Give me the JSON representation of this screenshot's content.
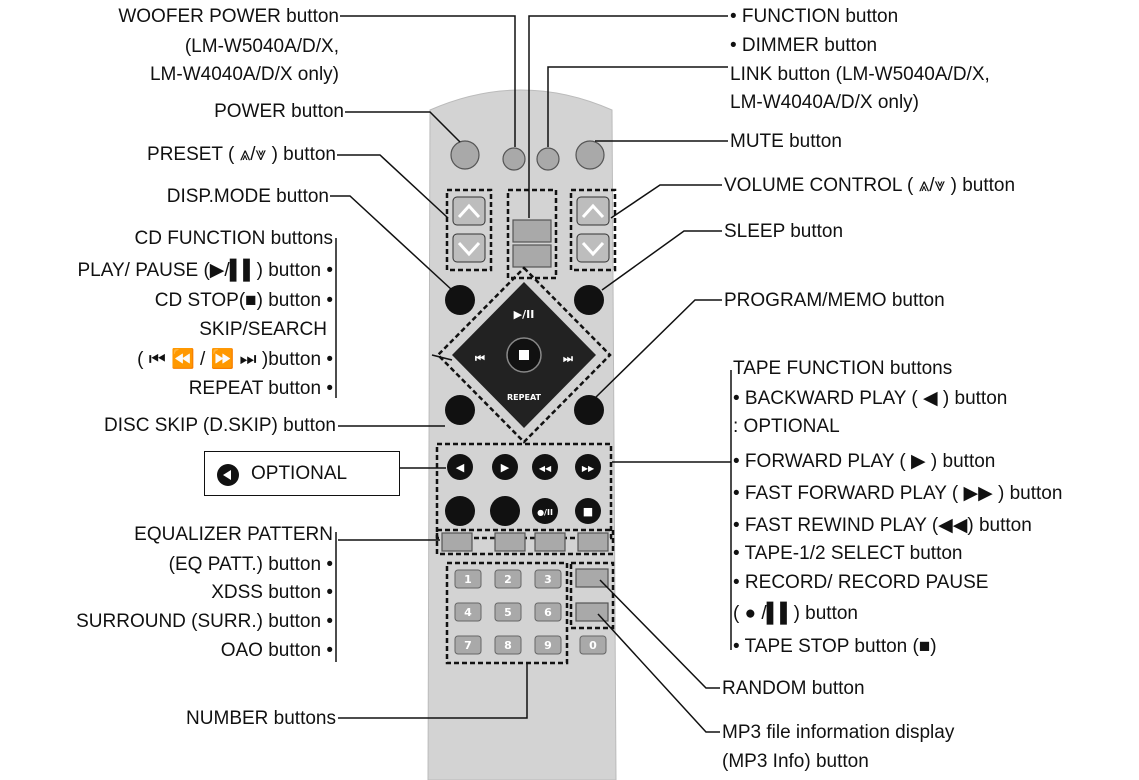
{
  "labels": {
    "woofer_power": "WOOFER POWER button",
    "woofer_power_models_1": "(LM-W5040A/D/X,",
    "woofer_power_models_2": "LM-W4040A/D/X only)",
    "power": "POWER button",
    "preset": "PRESET ( ⩓/⩔ ) button",
    "disp_mode": "DISP.MODE button",
    "cd_function": "CD FUNCTION buttons",
    "play_pause": "PLAY/ PAUSE (▶/▌▌) button •",
    "cd_stop": "CD STOP(■) button •",
    "skip_search": "SKIP/SEARCH",
    "skip_search_symbols": "( ⏮ ⏪ / ⏩ ⏭ )button •",
    "repeat": "REPEAT button •",
    "disc_skip": "DISC SKIP (D.SKIP) button",
    "optional": "OPTIONAL",
    "equalizer_1": "EQUALIZER PATTERN",
    "equalizer_2": "(EQ PATT.) button •",
    "xdss": "XDSS button •",
    "surround": "SURROUND (SURR.) button •",
    "oao": "OAO button •",
    "number": "NUMBER buttons",
    "function": "• FUNCTION button",
    "dimmer": "• DIMMER button",
    "link_1": "LINK button (LM-W5040A/D/X,",
    "link_2": "LM-W4040A/D/X only)",
    "mute": "MUTE button",
    "volume": "VOLUME CONTROL ( ⩓/⩔ ) button",
    "sleep": "SLEEP button",
    "program_memo": "PROGRAM/MEMO button",
    "tape_function": "TAPE FUNCTION buttons",
    "backward_play": "• BACKWARD PLAY ( ◀ ) button",
    "backward_optional": "  : OPTIONAL",
    "forward_play": "• FORWARD PLAY ( ▶ ) button",
    "fast_forward": "• FAST FORWARD PLAY ( ▶▶ ) button",
    "fast_rewind": "• FAST REWIND PLAY (◀◀) button",
    "tape_select": "• TAPE-1/2 SELECT button",
    "record_1": "• RECORD/ RECORD PAUSE",
    "record_2": "  ( ● /▌▌) button",
    "tape_stop": "• TAPE STOP button (■)",
    "random": "RANDOM button",
    "mp3_info_1": "MP3 file information display",
    "mp3_info_2": "(MP3 Info) button"
  },
  "remote": {
    "center_key_labels": [
      "▶/II",
      "⏮",
      "⏭",
      "REPEAT"
    ],
    "tape_key_symbols": [
      "◀",
      "▶",
      "◀◀",
      "▶▶",
      "●/II",
      "■"
    ],
    "number_keys": [
      "1",
      "2",
      "3",
      "4",
      "5",
      "6",
      "7",
      "8",
      "9",
      "0"
    ]
  }
}
